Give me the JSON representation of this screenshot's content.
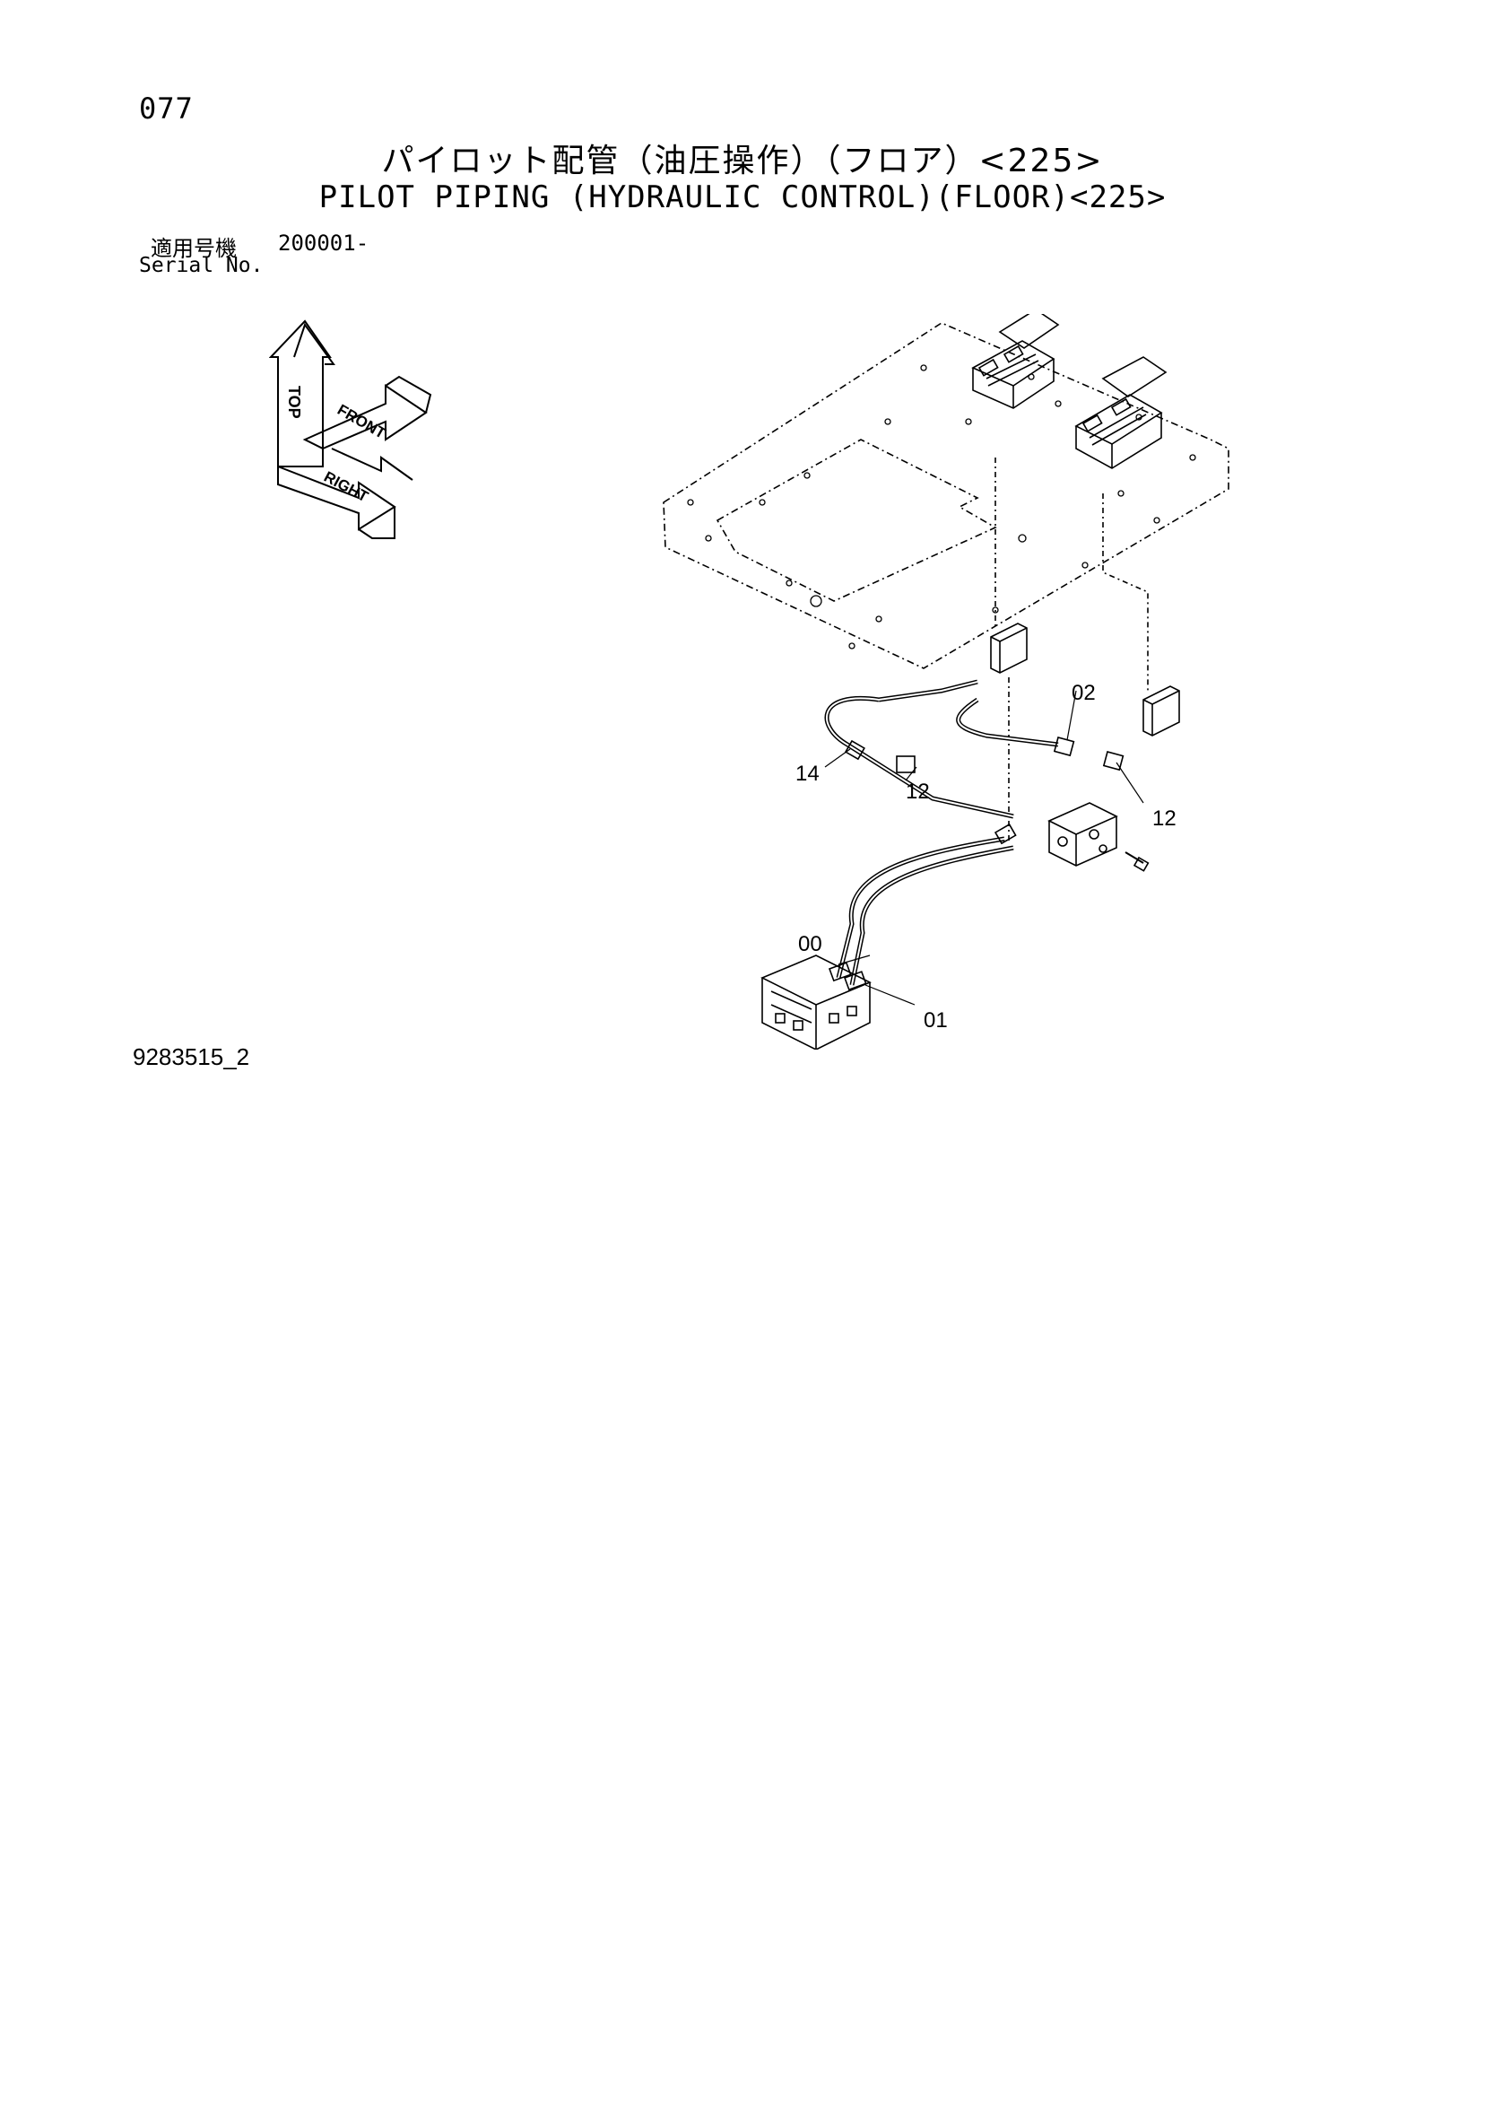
{
  "page_number": "077",
  "title_jp": "パイロット配管（油圧操作）（フロア）<225>",
  "title_en": "PILOT PIPING (HYDRAULIC CONTROL)(FLOOR)<225>",
  "serial": {
    "label_jp": "適用号機",
    "value": "200001-",
    "label_en": "Serial No."
  },
  "orientation": {
    "top": "TOP",
    "front": "FRONT",
    "right": "RIGHT"
  },
  "callouts": {
    "c02": "02",
    "c14": "14",
    "c12a": "12",
    "c12b": "12",
    "c00": "00",
    "c01": "01"
  },
  "drawing_code": "9283515_2"
}
